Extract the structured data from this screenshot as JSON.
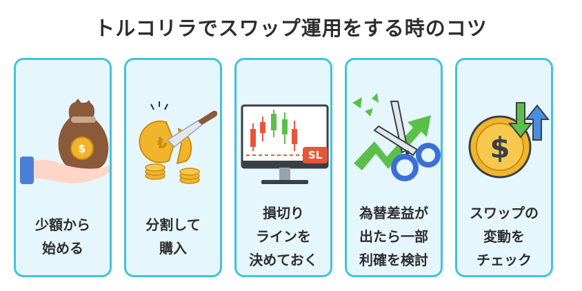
{
  "title": "トルコリラでスワップ運用をする時のコツ",
  "colors": {
    "card_border": "#3fc4d8",
    "card_bg": "#e6f6fd",
    "accent_red": "#e8563a",
    "accent_green": "#5cbf4a",
    "coin_gold": "#f0b52a"
  },
  "cards": [
    {
      "icon": "money-bag-hand-icon",
      "lines": [
        "少額から",
        "始める"
      ]
    },
    {
      "icon": "coin-knife-icon",
      "lines": [
        "分割して",
        "購入"
      ]
    },
    {
      "icon": "stop-loss-chart-icon",
      "badge": "SL",
      "lines": [
        "損切り",
        "ラインを",
        "決めておく"
      ]
    },
    {
      "icon": "scissors-arrow-icon",
      "lines": [
        "為替差益が",
        "出たら一部",
        "利確を検討"
      ]
    },
    {
      "icon": "dollar-coin-arrows-icon",
      "lines": [
        "スワップの",
        "変動を",
        "チェック"
      ]
    }
  ]
}
